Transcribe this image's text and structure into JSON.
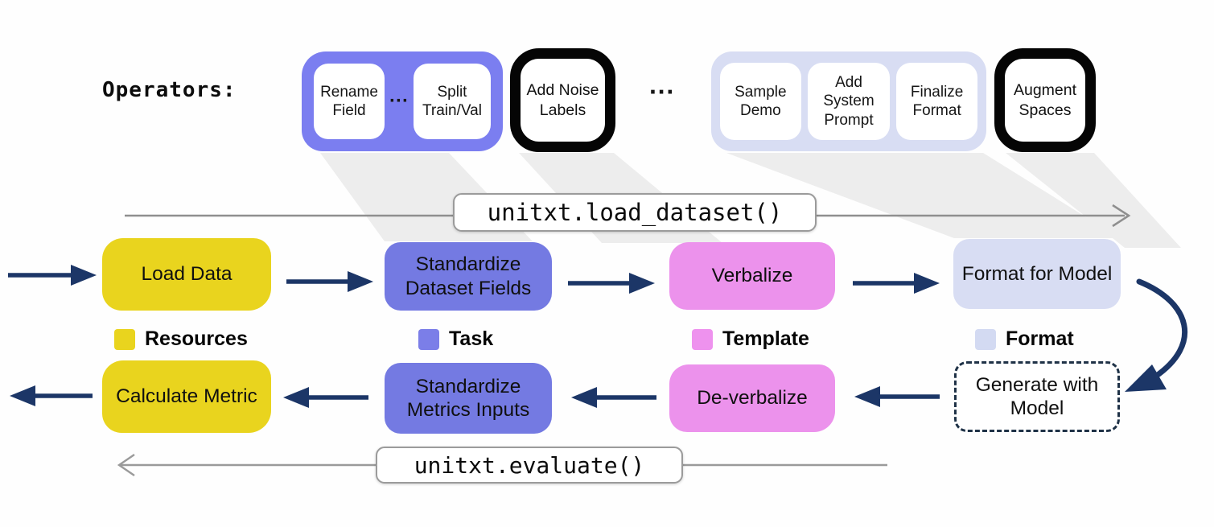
{
  "operators": {
    "label": "Operators:",
    "group1_items": [
      "Rename Field",
      "Split Train/Val"
    ],
    "group1_separator": "···",
    "standalone_noise": "Add Noise Labels",
    "mid_separator": "···",
    "group2_items": [
      "Sample Demo",
      "Add System Prompt",
      "Finalize Format"
    ],
    "standalone_augment": "Augment Spaces"
  },
  "api": {
    "load_dataset": "unitxt.load_dataset()",
    "evaluate": "unitxt.evaluate()"
  },
  "pipeline_top": {
    "load_data": "Load Data",
    "standardize_dataset_fields": "Standardize Dataset Fields",
    "verbalize": "Verbalize",
    "format_for_model": "Format for Model"
  },
  "pipeline_bottom": {
    "calculate_metric": "Calculate Metric",
    "standardize_metrics_inputs": "Standardize Metrics Inputs",
    "de_verbalize": "De-verbalize",
    "generate_with_model": "Generate with Model"
  },
  "legend": {
    "resources": "Resources",
    "task": "Task",
    "template": "Template",
    "format": "Format"
  },
  "colors": {
    "resources_yellow": "#e9d41e",
    "task_blue": "#747ae2",
    "task_group_blue": "#7b7ef0",
    "template_pink": "#ec92ec",
    "format_lavender": "#d8ddf3",
    "arrow_navy": "#1c3667",
    "flow_line_gray": "#8f8f8f",
    "beam_gray": "#ededed",
    "operator_border_black": "#050505"
  }
}
